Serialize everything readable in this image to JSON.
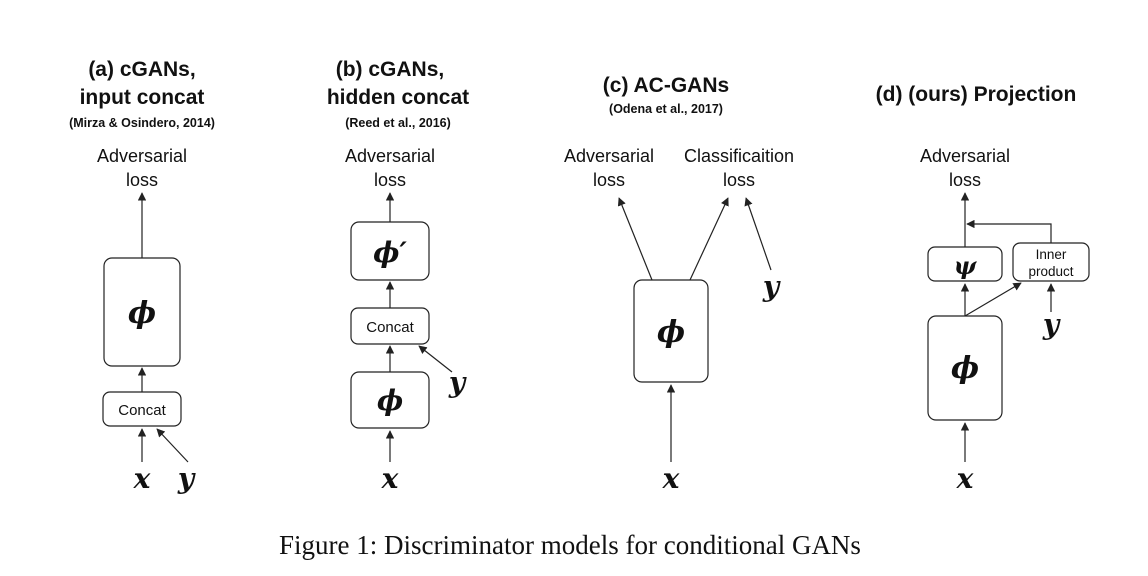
{
  "panels": {
    "a": {
      "title_line1": "(a) cGANs,",
      "title_line2": "input concat",
      "citation": "(Mirza & Osindero, 2014)",
      "loss_line1": "Adversarial",
      "loss_line2": "loss",
      "phi": "ϕ",
      "concat": "Concat",
      "x": "x",
      "y": "y"
    },
    "b": {
      "title_line1": "(b) cGANs,",
      "title_line2": "hidden concat",
      "citation": "(Reed et al., 2016)",
      "loss_line1": "Adversarial",
      "loss_line2": "loss",
      "phi_prime": "ϕ′",
      "concat": "Concat",
      "phi": "ϕ",
      "x": "x",
      "y": "y"
    },
    "c": {
      "title_line1": "(c) AC-GANs",
      "citation": "(Odena et al., 2017)",
      "adv_loss_line1": "Adversarial",
      "adv_loss_line2": "loss",
      "cls_loss_line1": "Classificaition",
      "cls_loss_line2": "loss",
      "phi": "ϕ",
      "x": "x",
      "y": "y"
    },
    "d": {
      "title_line1": "(d) (ours) Projection",
      "loss_line1": "Adversarial",
      "loss_line2": "loss",
      "psi": "ψ",
      "inner_line1": "Inner",
      "inner_line2": "product",
      "phi": "ϕ",
      "x": "x",
      "y": "y"
    }
  },
  "caption": "Figure 1:  Discriminator models for conditional GANs"
}
